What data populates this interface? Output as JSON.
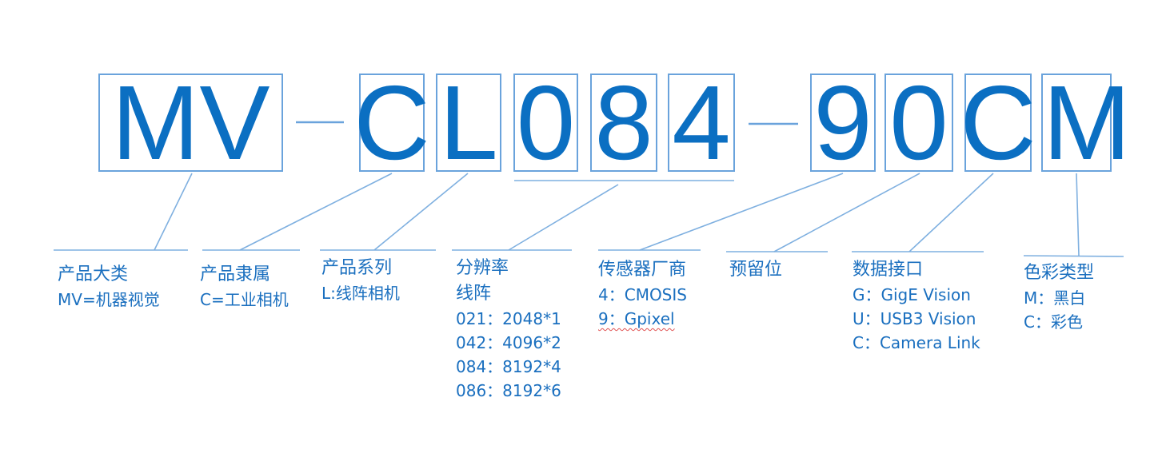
{
  "code_parts": {
    "mv": "MV",
    "c": "C",
    "l": "L",
    "d0": "0",
    "d8": "8",
    "d4": "4",
    "d9": "9",
    "d0b": "0",
    "cc": "C",
    "m": "M"
  },
  "labels": {
    "category": {
      "title": "产品大类",
      "lines": [
        "MV=机器视觉"
      ]
    },
    "affiliation": {
      "title": "产品隶属",
      "lines": [
        "C=工业相机"
      ]
    },
    "series": {
      "title": "产品系列",
      "lines": [
        "L:线阵相机"
      ]
    },
    "resolution": {
      "title": "分辨率",
      "lines": [
        "线阵",
        "021：2048*1",
        "042：4096*2",
        "084：8192*4",
        "086：8192*6"
      ]
    },
    "sensor": {
      "title": "传感器厂商",
      "lines": [
        "4：CMOSIS",
        "9：Gpixel"
      ]
    },
    "reserved": {
      "title": "预留位",
      "lines": []
    },
    "interface": {
      "title": "数据接口",
      "lines": [
        "G：GigE Vision",
        "U：USB3 Vision",
        "C：Camera Link"
      ]
    },
    "color": {
      "title": "色彩类型",
      "lines": [
        "M：黑白",
        "C：彩色"
      ]
    }
  },
  "colors": {
    "text": "#1a6fbf",
    "box": "#6aa3dc",
    "line": "#7fb0e0"
  }
}
